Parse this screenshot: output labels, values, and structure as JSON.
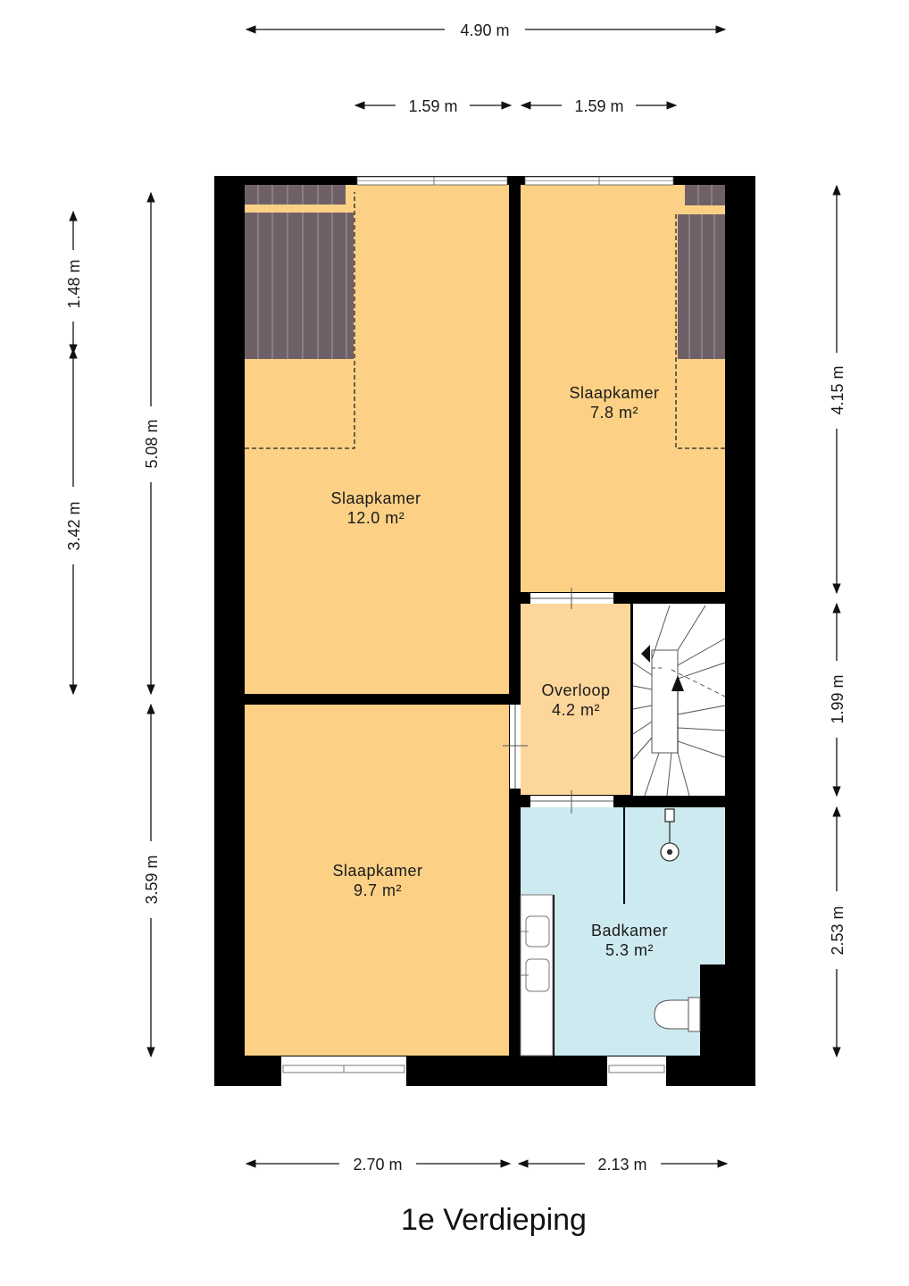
{
  "floor_title": "1e Verdieping",
  "colors": {
    "wall": "#000000",
    "bedroom": "#fcd185",
    "landing": "#fcd69a",
    "bathroom": "#cdeaf0",
    "sloped_ceiling": "#6f6068",
    "window": "#ffffff"
  },
  "rooms": {
    "bedroom_large": {
      "name": "Slaapkamer",
      "area": "12.0 m²"
    },
    "bedroom_small": {
      "name": "Slaapkamer",
      "area": "7.8 m²"
    },
    "bedroom_bottom": {
      "name": "Slaapkamer",
      "area": "9.7 m²"
    },
    "landing": {
      "name": "Overloop",
      "area": "4.2 m²"
    },
    "bathroom": {
      "name": "Badkamer",
      "area": "5.3 m²"
    }
  },
  "dimensions": {
    "top_total": "4.90 m",
    "top_left": "1.59 m",
    "top_right": "1.59 m",
    "bottom_left": "2.70 m",
    "bottom_right": "2.13 m",
    "left_outer_top": "1.48 m",
    "left_outer_bottom": "3.42 m",
    "left_inner_top": "5.08 m",
    "left_inner_bottom": "3.59 m",
    "right_top": "4.15 m",
    "right_middle": "1.99 m",
    "right_bottom": "2.53 m"
  }
}
